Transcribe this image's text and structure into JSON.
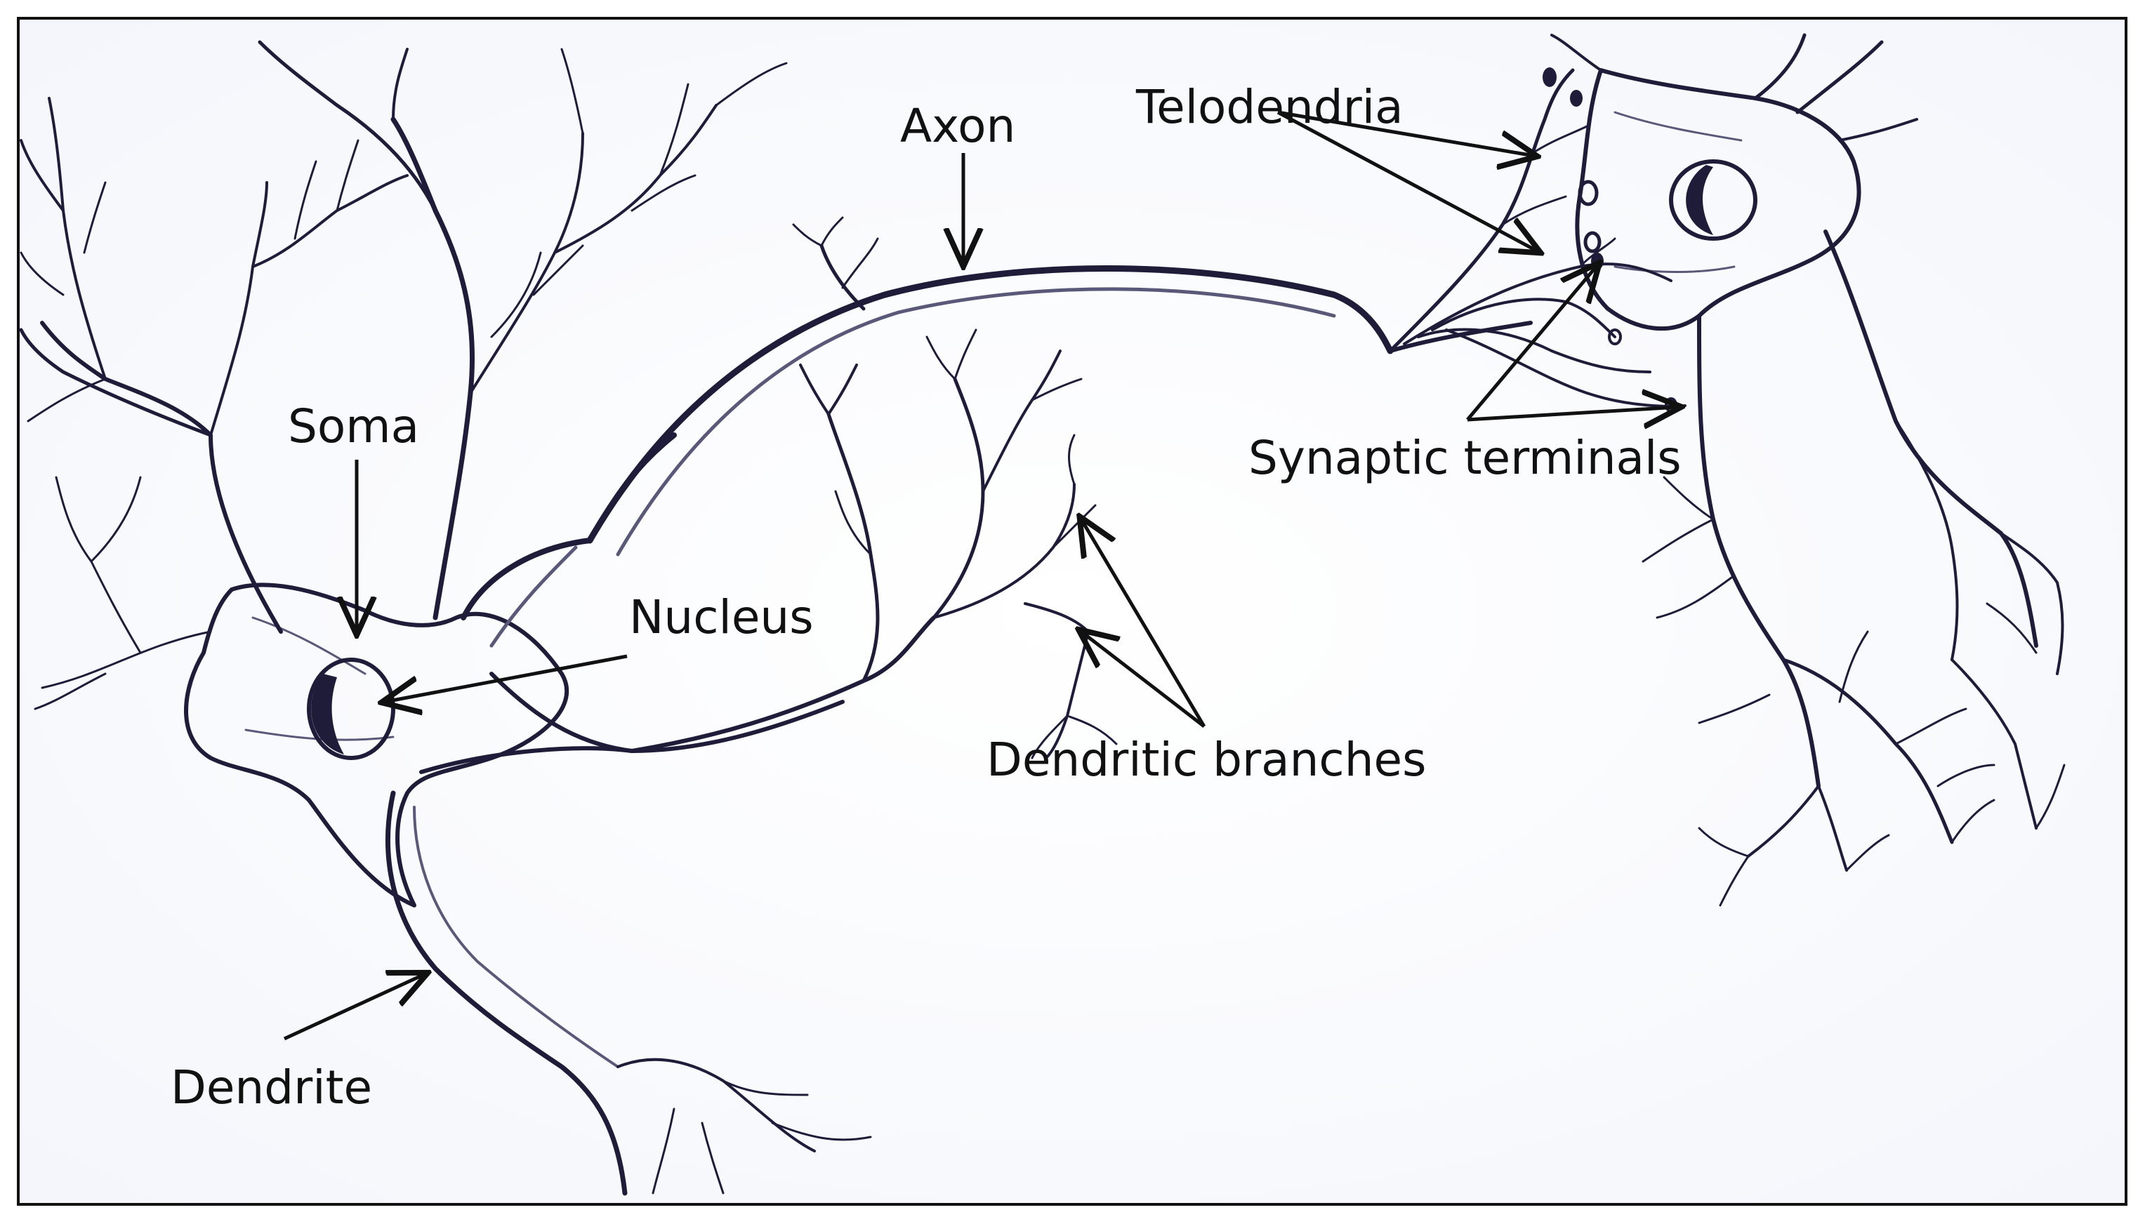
{
  "labels": {
    "axon": "Axon",
    "telodendria": "Telodendria",
    "soma": "Soma",
    "nucleus": "Nucleus",
    "synaptic_terminals": "Synaptic terminals",
    "dendritic_branches": "Dendritic branches",
    "dendrite": "Dendrite"
  },
  "colors": {
    "ink": "#1f1c3a",
    "ink_soft": "#5a5878",
    "label_text": "#111111",
    "frame": "#111111",
    "background": "#ffffff"
  }
}
